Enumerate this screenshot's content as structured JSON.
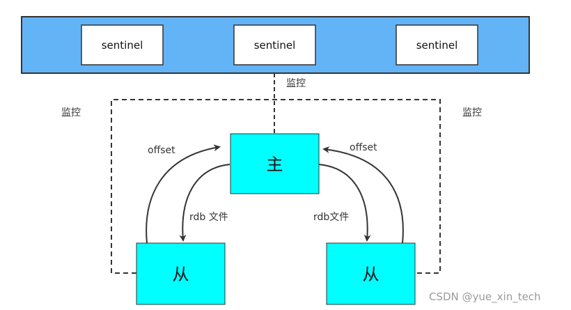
{
  "sentinel_cluster": {
    "nodes": [
      {
        "label": "sentinel"
      },
      {
        "label": "sentinel"
      },
      {
        "label": "sentinel"
      }
    ]
  },
  "master": {
    "label": "主"
  },
  "slaves": [
    {
      "label": "从"
    },
    {
      "label": "从"
    }
  ],
  "labels": {
    "monitor_top": "监控",
    "monitor_left": "监控",
    "monitor_right": "监控",
    "offset_left": "offset",
    "offset_right": "offset",
    "rdb_left": "rdb 文件",
    "rdb_right": "rdb文件"
  },
  "watermark": "CSDN @yue_xin_tech",
  "colors": {
    "sentinel_bar": "#63b3f7",
    "node_fill": "#00ffff",
    "stroke": "#333333"
  }
}
